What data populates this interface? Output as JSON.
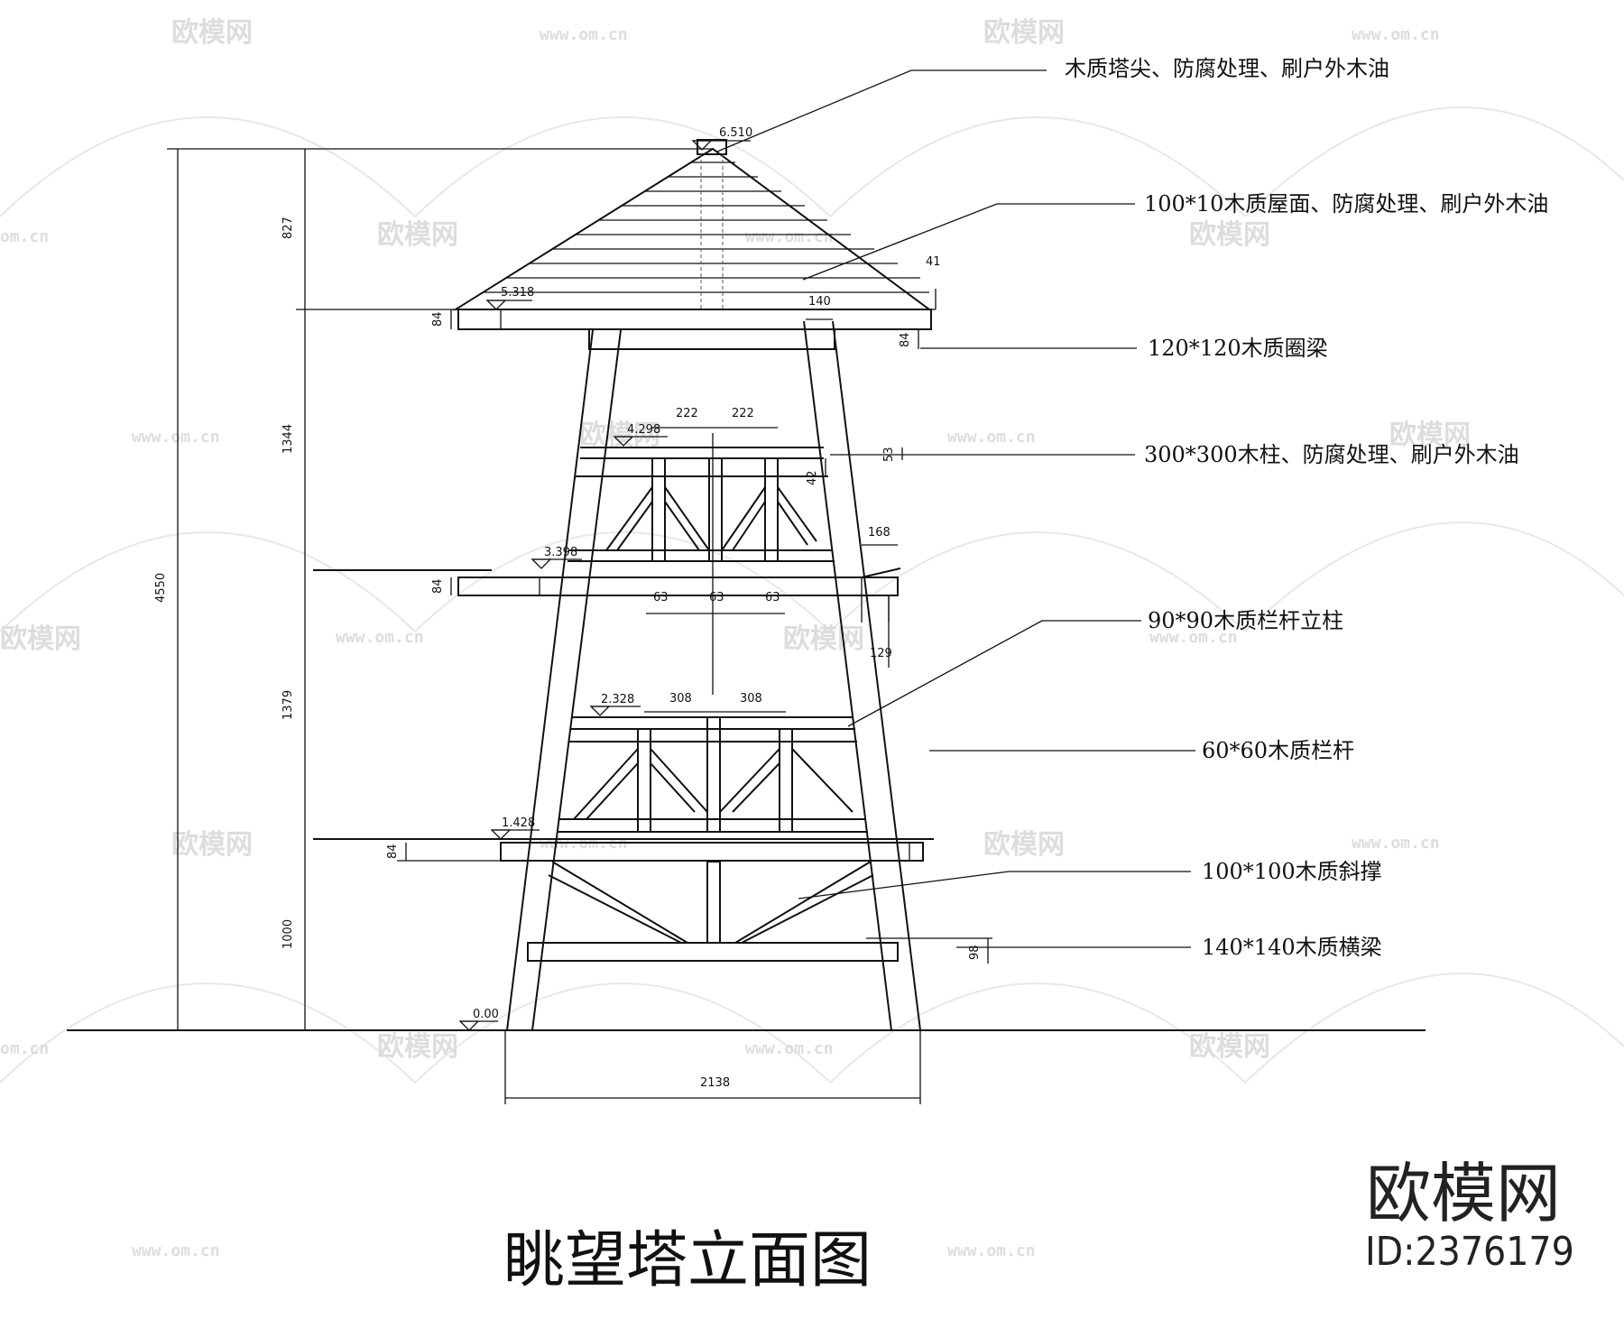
{
  "title": "眺望塔立面图",
  "brand": {
    "name": "欧模网",
    "id": "ID:2376179"
  },
  "watermark": {
    "name": "欧模网",
    "url": "www.om.cn",
    "short": "om.cn"
  },
  "labels": [
    "木质塔尖、防腐处理、刷户外木油",
    "100*10木质屋面、防腐处理、刷户外木油",
    "120*120木质圈梁",
    "300*300木柱、防腐处理、刷户外木油",
    "90*90木质栏杆立柱",
    "60*60木质栏杆",
    "100*100木质斜撑",
    "140*140木质横梁"
  ],
  "elevations": [
    "6.510",
    "5.318",
    "4.298",
    "3.398",
    "2.328",
    "1.428",
    "0.00"
  ],
  "dimensions": {
    "total_height": "4550",
    "left_chain": [
      "827",
      "1344",
      "1379",
      "1000"
    ],
    "slab_thickness": "84",
    "beam_84": "84",
    "eave": "41",
    "ring_beam_width": "140",
    "upper_spacing": [
      "222",
      "222"
    ],
    "upper_top_rail": "53",
    "upper_rail_gap": "42",
    "upper_post_widths": [
      "63",
      "63",
      "63"
    ],
    "overhang": "168",
    "overhang_drop": "129",
    "lower_spacing": [
      "308",
      "308"
    ],
    "beam_depth": "98",
    "base_width": "2138"
  },
  "colors": {
    "line": "#111111",
    "watermark": "#dddddd",
    "background": "#ffffff"
  }
}
